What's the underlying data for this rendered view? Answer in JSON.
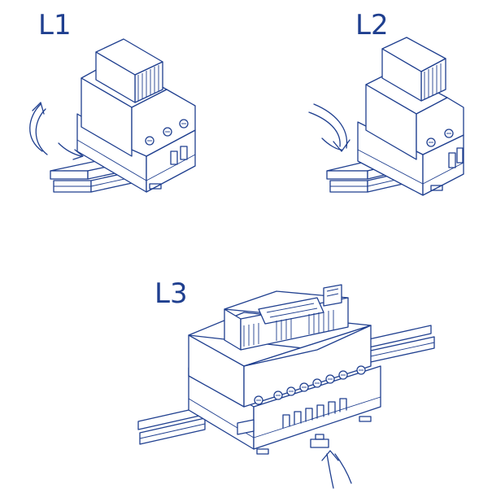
{
  "figure": {
    "steps": [
      {
        "id": "L1",
        "label": "L1",
        "action": "tilt-hook-on-rail"
      },
      {
        "id": "L2",
        "label": "L2",
        "action": "rotate-down-onto-rail"
      },
      {
        "id": "L3",
        "label": "L3",
        "action": "push-clip-to-lock"
      }
    ]
  },
  "colors": {
    "ink": "#1f3f8f",
    "paper": "#ffffff"
  }
}
